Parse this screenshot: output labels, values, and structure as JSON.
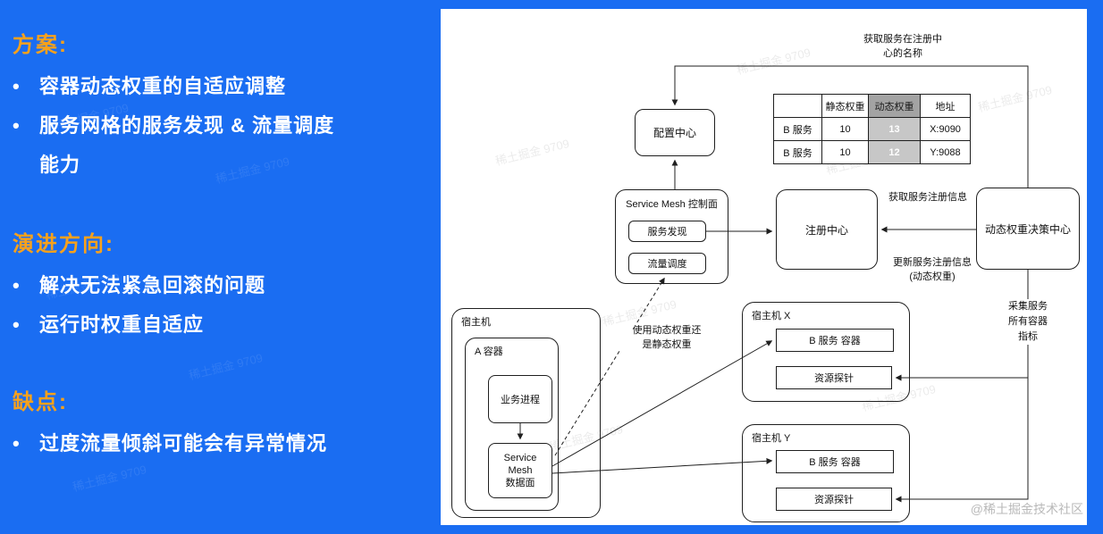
{
  "slide": {
    "sections": [
      {
        "heading": "方案:",
        "bullets": [
          "容器动态权重的自适应调整",
          "服务网格的服务发现 & 流量调度能力"
        ]
      },
      {
        "heading": "演进方向:",
        "bullets": [
          "解决无法紧急回滚的问题",
          "运行时权重自适应"
        ]
      },
      {
        "heading": "缺点:",
        "bullets": [
          "过度流量倾斜可能会有异常情况"
        ]
      }
    ],
    "colors": {
      "background": "#1a6df2",
      "heading_accent": "#f7a11c",
      "text": "#ffffff"
    }
  },
  "diagram": {
    "top_note_lines": [
      "获取服务在注册中",
      "心的名称"
    ],
    "config_center_label": "配置中心",
    "table": {
      "headers": [
        "",
        "静态权重",
        "动态权重",
        "地址"
      ],
      "rows": [
        [
          "B 服务",
          "10",
          "13",
          "X:9090"
        ],
        [
          "B 服务",
          "10",
          "12",
          "Y:9088"
        ]
      ],
      "highlight_color": "#c7c7c7"
    },
    "mesh_control": {
      "title": "Service Mesh 控制面",
      "service_discovery": "服务发现",
      "traffic_scheduling": "流量调度"
    },
    "registry_label": "注册中心",
    "decision_center_label": "动态权重决策中心",
    "labels": {
      "get_registration": "获取服务注册信息",
      "update_registration_lines": [
        "更新服务注册信息",
        "(动态权重)"
      ],
      "collect_metrics_lines": [
        "采集服务",
        "所有容器",
        "指标"
      ],
      "weight_question_lines": [
        "使用动态权重还",
        "是静态权重"
      ]
    },
    "host_a": {
      "title": "宿主机",
      "container": "A 容器",
      "process": "业务进程",
      "dataplane_lines": [
        "Service",
        "Mesh",
        "数据面"
      ]
    },
    "host_x": {
      "title": "宿主机 X",
      "service": "B 服务 容器",
      "probe": "资源探针"
    },
    "host_y": {
      "title": "宿主机 Y",
      "service": "B 服务 容器",
      "probe": "资源探针"
    }
  },
  "watermark": {
    "credit": "@稀土掘金技术社区",
    "tile": "稀土掘金 9709"
  }
}
